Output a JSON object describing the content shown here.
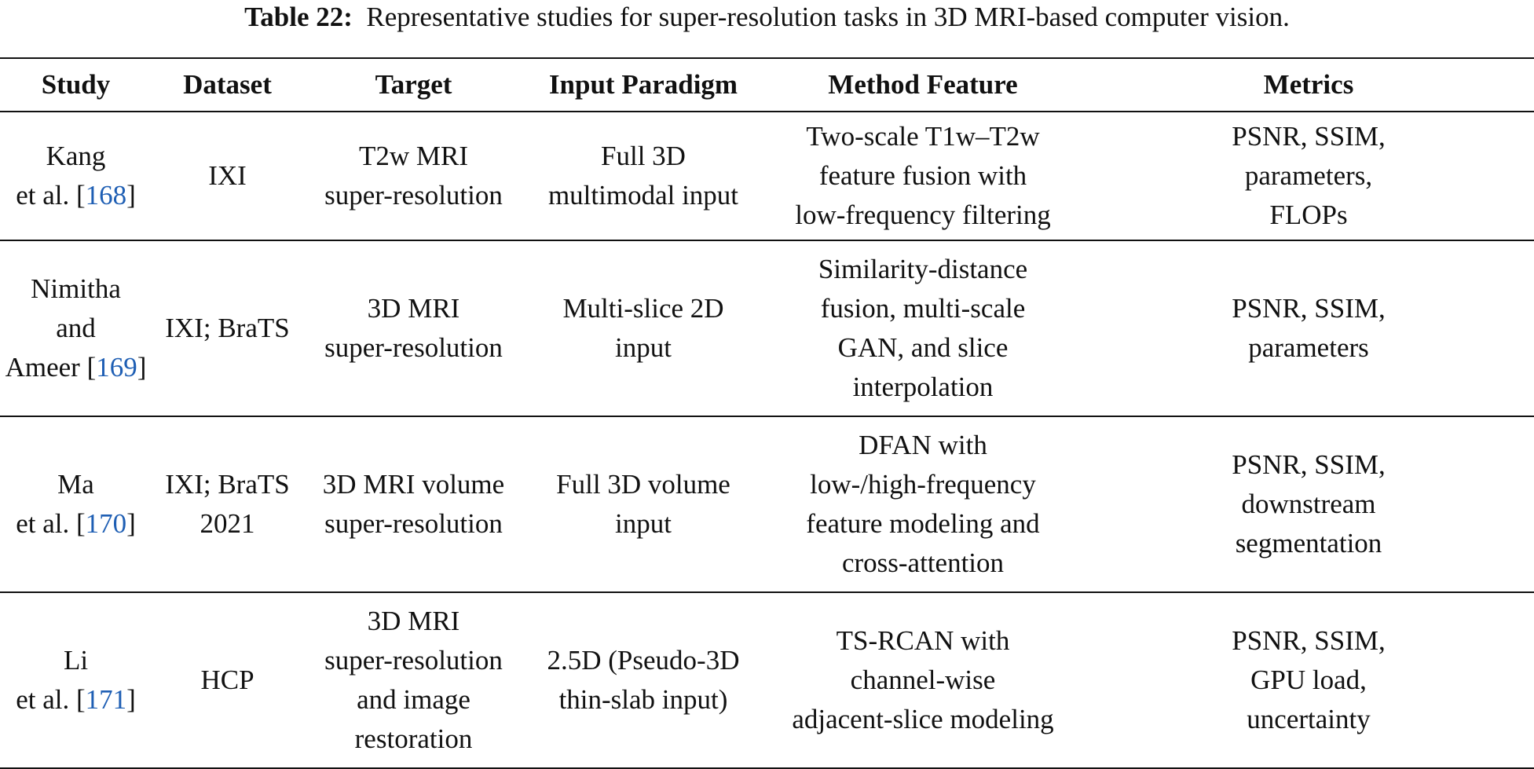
{
  "caption": {
    "label": "Table 22:",
    "text": "Representative studies for super-resolution tasks in 3D MRI-based computer vision."
  },
  "colors": {
    "citation": "#1f5fb4",
    "text": "#111111"
  },
  "table": {
    "headers": [
      "Study",
      "Dataset",
      "Target",
      "Input Paradigm",
      "Method Feature",
      "Metrics"
    ],
    "rows": [
      {
        "study_lines": [
          "Kang",
          "et al. ["
        ],
        "citation": "168",
        "dataset_lines": [
          "IXI"
        ],
        "target_lines": [
          "T2w MRI",
          "super-resolution"
        ],
        "input_lines": [
          "Full 3D",
          "multimodal input"
        ],
        "method_lines": [
          "Two-scale T1w–T2w",
          "feature fusion with",
          "low-frequency filtering"
        ],
        "metrics_lines": [
          "PSNR, SSIM,",
          "parameters,",
          "FLOPs"
        ]
      },
      {
        "study_lines": [
          "Nimitha",
          "and",
          "Ameer ["
        ],
        "citation": "169",
        "dataset_lines": [
          "IXI; BraTS"
        ],
        "target_lines": [
          "3D MRI",
          "super-resolution"
        ],
        "input_lines": [
          "Multi-slice 2D",
          "input"
        ],
        "method_lines": [
          "Similarity-distance",
          "fusion, multi-scale",
          "GAN, and slice",
          "interpolation"
        ],
        "metrics_lines": [
          "PSNR, SSIM,",
          "parameters"
        ]
      },
      {
        "study_lines": [
          "Ma",
          "et al. ["
        ],
        "citation": "170",
        "dataset_lines": [
          "IXI; BraTS",
          "2021"
        ],
        "target_lines": [
          "3D MRI volume",
          "super-resolution"
        ],
        "input_lines": [
          "Full 3D volume",
          "input"
        ],
        "method_lines": [
          "DFAN with",
          "low-/high-frequency",
          "feature modeling and",
          "cross-attention"
        ],
        "metrics_lines": [
          "PSNR, SSIM,",
          "downstream",
          "segmentation"
        ]
      },
      {
        "study_lines": [
          "Li",
          "et al. ["
        ],
        "citation": "171",
        "dataset_lines": [
          "HCP"
        ],
        "target_lines": [
          "3D MRI",
          "super-resolution",
          "and image",
          "restoration"
        ],
        "input_lines": [
          "2.5D (Pseudo-3D",
          "thin-slab input)"
        ],
        "method_lines": [
          "TS-RCAN with",
          "channel-wise",
          "adjacent-slice modeling"
        ],
        "metrics_lines": [
          "PSNR, SSIM,",
          "GPU load,",
          "uncertainty"
        ]
      }
    ]
  }
}
